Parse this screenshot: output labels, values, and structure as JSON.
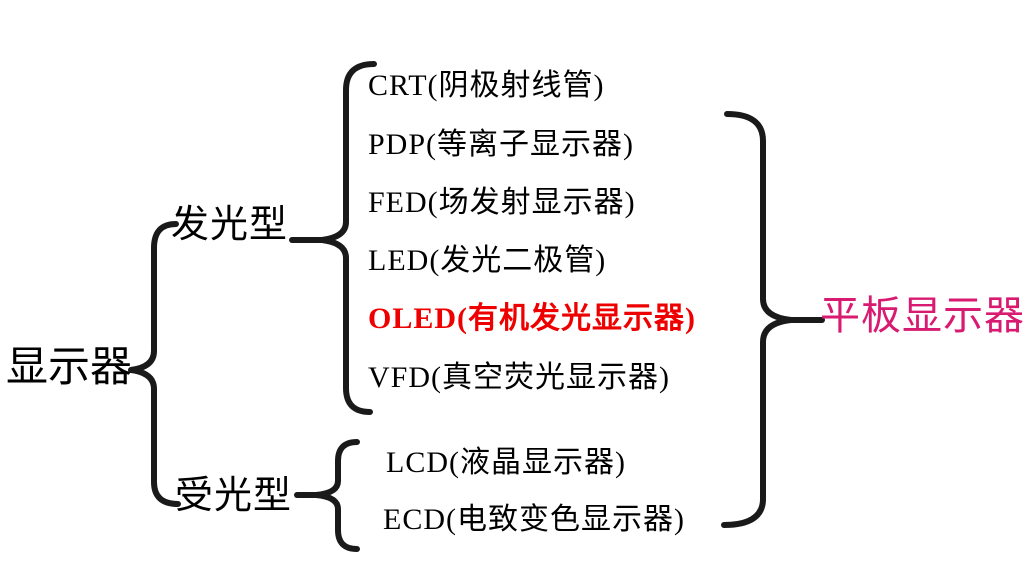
{
  "diagram": {
    "root": {
      "label": "显示器"
    },
    "branches": [
      {
        "label": "发光型",
        "items": [
          {
            "label": "CRT(阴极射线管)"
          },
          {
            "label": "PDP(等离子显示器)"
          },
          {
            "label": "FED(场发射显示器)"
          },
          {
            "label": "LED(发光二极管)"
          },
          {
            "label": "OLED(有机发光显示器)",
            "emphasis": "bold-red"
          },
          {
            "label": "VFD(真空荧光显示器)"
          }
        ]
      },
      {
        "label": "受光型",
        "items": [
          {
            "label": "LCD(液晶显示器)"
          },
          {
            "label": "ECD(电致变色显示器)"
          }
        ]
      }
    ],
    "group": {
      "label": "平板显示器",
      "covers": "PDP, FED, LED, OLED, VFD, LCD, ECD"
    },
    "colors": {
      "background": "#FFFFFF",
      "text": "#000000",
      "line": "#1A1A1A",
      "highlight": "#EE0000",
      "group_label": "#D81B70"
    }
  }
}
